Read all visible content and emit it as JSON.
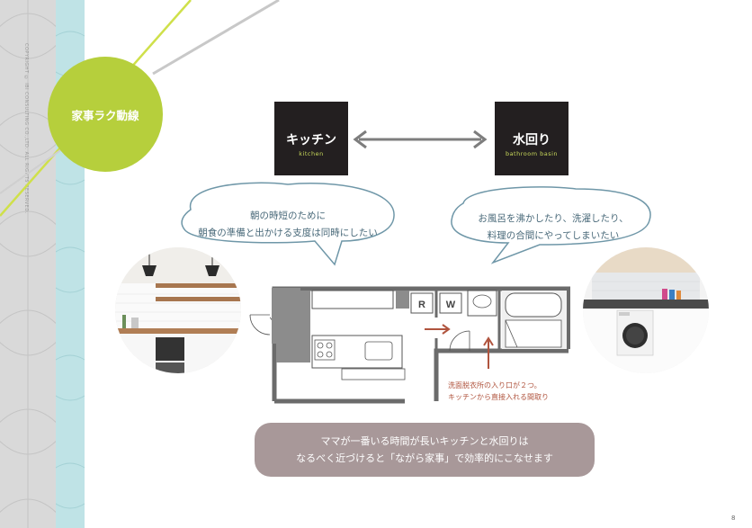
{
  "sidebar": {
    "copyright": "COPYRIGHT © IBI CONSULTING CO.,LTD. ALL RIGHTS RESERVED."
  },
  "section": {
    "title": "家事ラク動線"
  },
  "boxes": {
    "kitchen": {
      "title": "キッチン",
      "subtitle": "kitchen"
    },
    "bath": {
      "title": "水回り",
      "subtitle": "bathroom basin"
    }
  },
  "bubbles": {
    "left": [
      "朝の時短のために",
      "朝食の準備と出かける支度は同時にしたい"
    ],
    "right": [
      "お風呂を沸かしたり、洗濯したり、",
      "料理の合間にやってしまいたい"
    ]
  },
  "floorplan": {
    "label_r": "R",
    "label_w": "W",
    "note": [
      "洗面脱衣所の入り口が２つ。",
      "キッチンから直接入れる間取り"
    ]
  },
  "banner": {
    "lines": [
      "ママが一番いる時間が長いキッチンと水回りは",
      "なるべく近づけると「ながら家事」で効率的にこなせます"
    ]
  },
  "page": {
    "number": "8"
  },
  "colors": {
    "accent_green": "#b6cf3c",
    "dark_box": "#231f20",
    "banner": "#a89899",
    "note_red": "#b0543e",
    "bubble_border": "#6f97a8"
  }
}
